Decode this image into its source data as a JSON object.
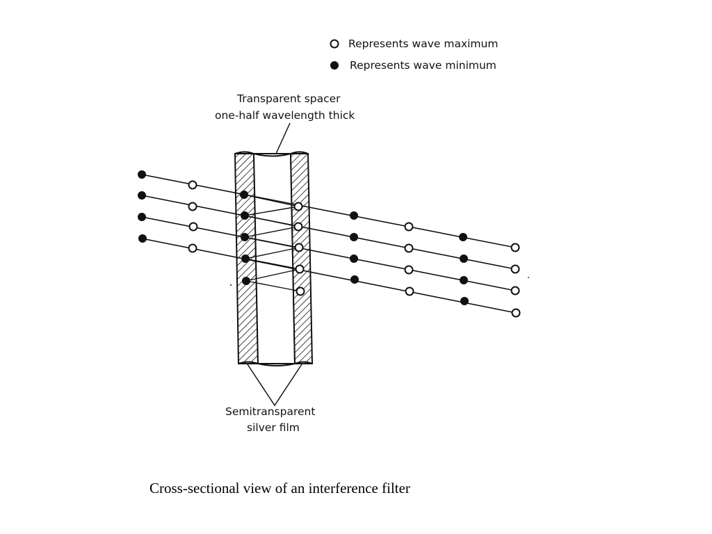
{
  "legend": {
    "max_label": "Represents wave maximum",
    "min_label": "Represents wave minimum"
  },
  "labels": {
    "spacer_line1": "Transparent spacer",
    "spacer_line2": "one-half wavelength thick",
    "film_line1": "Semitransparent",
    "film_line2": "silver film"
  },
  "caption": "Cross-sectional view of an interference filter",
  "colors": {
    "ink": "#111111",
    "paper": "#ffffff"
  }
}
